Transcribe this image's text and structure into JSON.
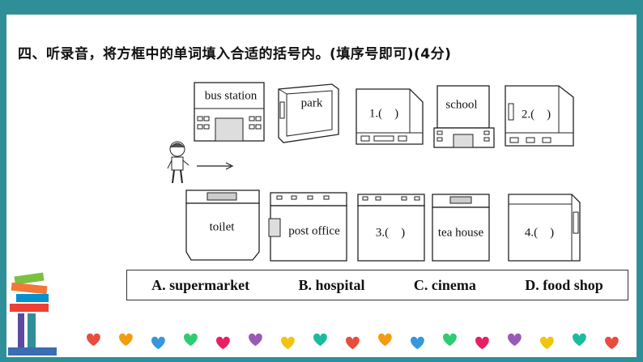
{
  "question": {
    "title": "四、听录音，将方框中的单词填入合适的括号内。(填序号即可)(4分)"
  },
  "row1": [
    {
      "label": "bus station"
    },
    {
      "label": "park"
    },
    {
      "label": "1.(　)"
    },
    {
      "label": "school"
    },
    {
      "label": "2.(　)"
    }
  ],
  "row2": [
    {
      "label": "toilet"
    },
    {
      "label": "post office"
    },
    {
      "label": "3.(　)"
    },
    {
      "label": "tea house"
    },
    {
      "label": "4.(　)"
    }
  ],
  "options": [
    {
      "text": "A. supermarket"
    },
    {
      "text": "B. hospital"
    },
    {
      "text": "C. cinema"
    },
    {
      "text": "D. food shop"
    }
  ],
  "colors": {
    "frame": "#2f8f99",
    "hearts": [
      "#e84c3d",
      "#f39c12",
      "#3498db",
      "#2ecc71",
      "#e91e63",
      "#9b59b6",
      "#f1c40f",
      "#1abc9c"
    ]
  }
}
